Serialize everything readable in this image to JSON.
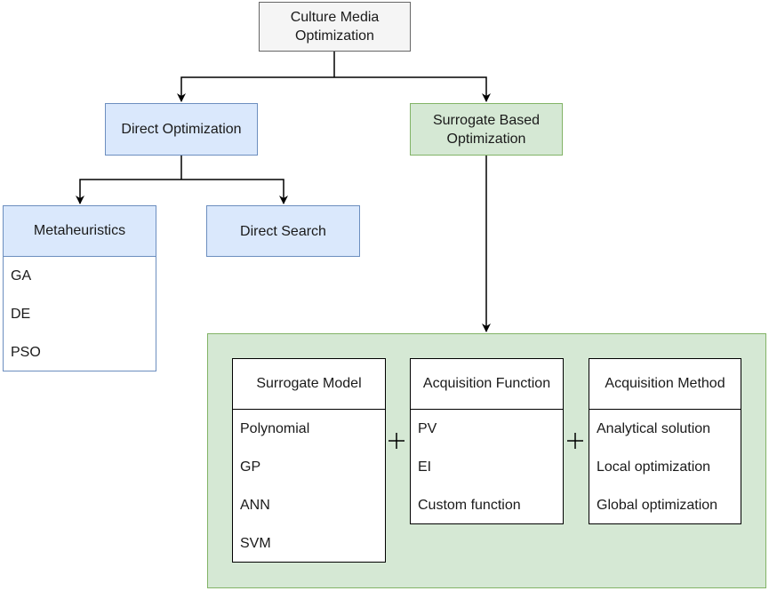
{
  "root": {
    "line1": "Culture Media",
    "line2": "Optimization"
  },
  "direct": {
    "label": "Direct Optimization"
  },
  "surrogate": {
    "line1": "Surrogate Based",
    "line2": "Optimization"
  },
  "metaheuristics": {
    "title": "Metaheuristics",
    "items": [
      "GA",
      "DE",
      "PSO"
    ]
  },
  "direct_search": {
    "label": "Direct Search"
  },
  "surrogate_model": {
    "title": "Surrogate Model",
    "items": [
      "Polynomial",
      "GP",
      "ANN",
      "SVM"
    ]
  },
  "acquisition_function": {
    "title": "Acquisition Function",
    "items": [
      "PV",
      "EI",
      "Custom function"
    ]
  },
  "acquisition_method": {
    "title": "Acquisition Method",
    "items": [
      "Analytical solution",
      "Local optimization",
      "Global optimization"
    ]
  },
  "colors": {
    "gray_fill": "#f5f5f5",
    "blue_fill": "#dae8fc",
    "blue_stroke": "#6c8ebf",
    "green_fill": "#d5e8d4",
    "green_stroke": "#82b366"
  }
}
